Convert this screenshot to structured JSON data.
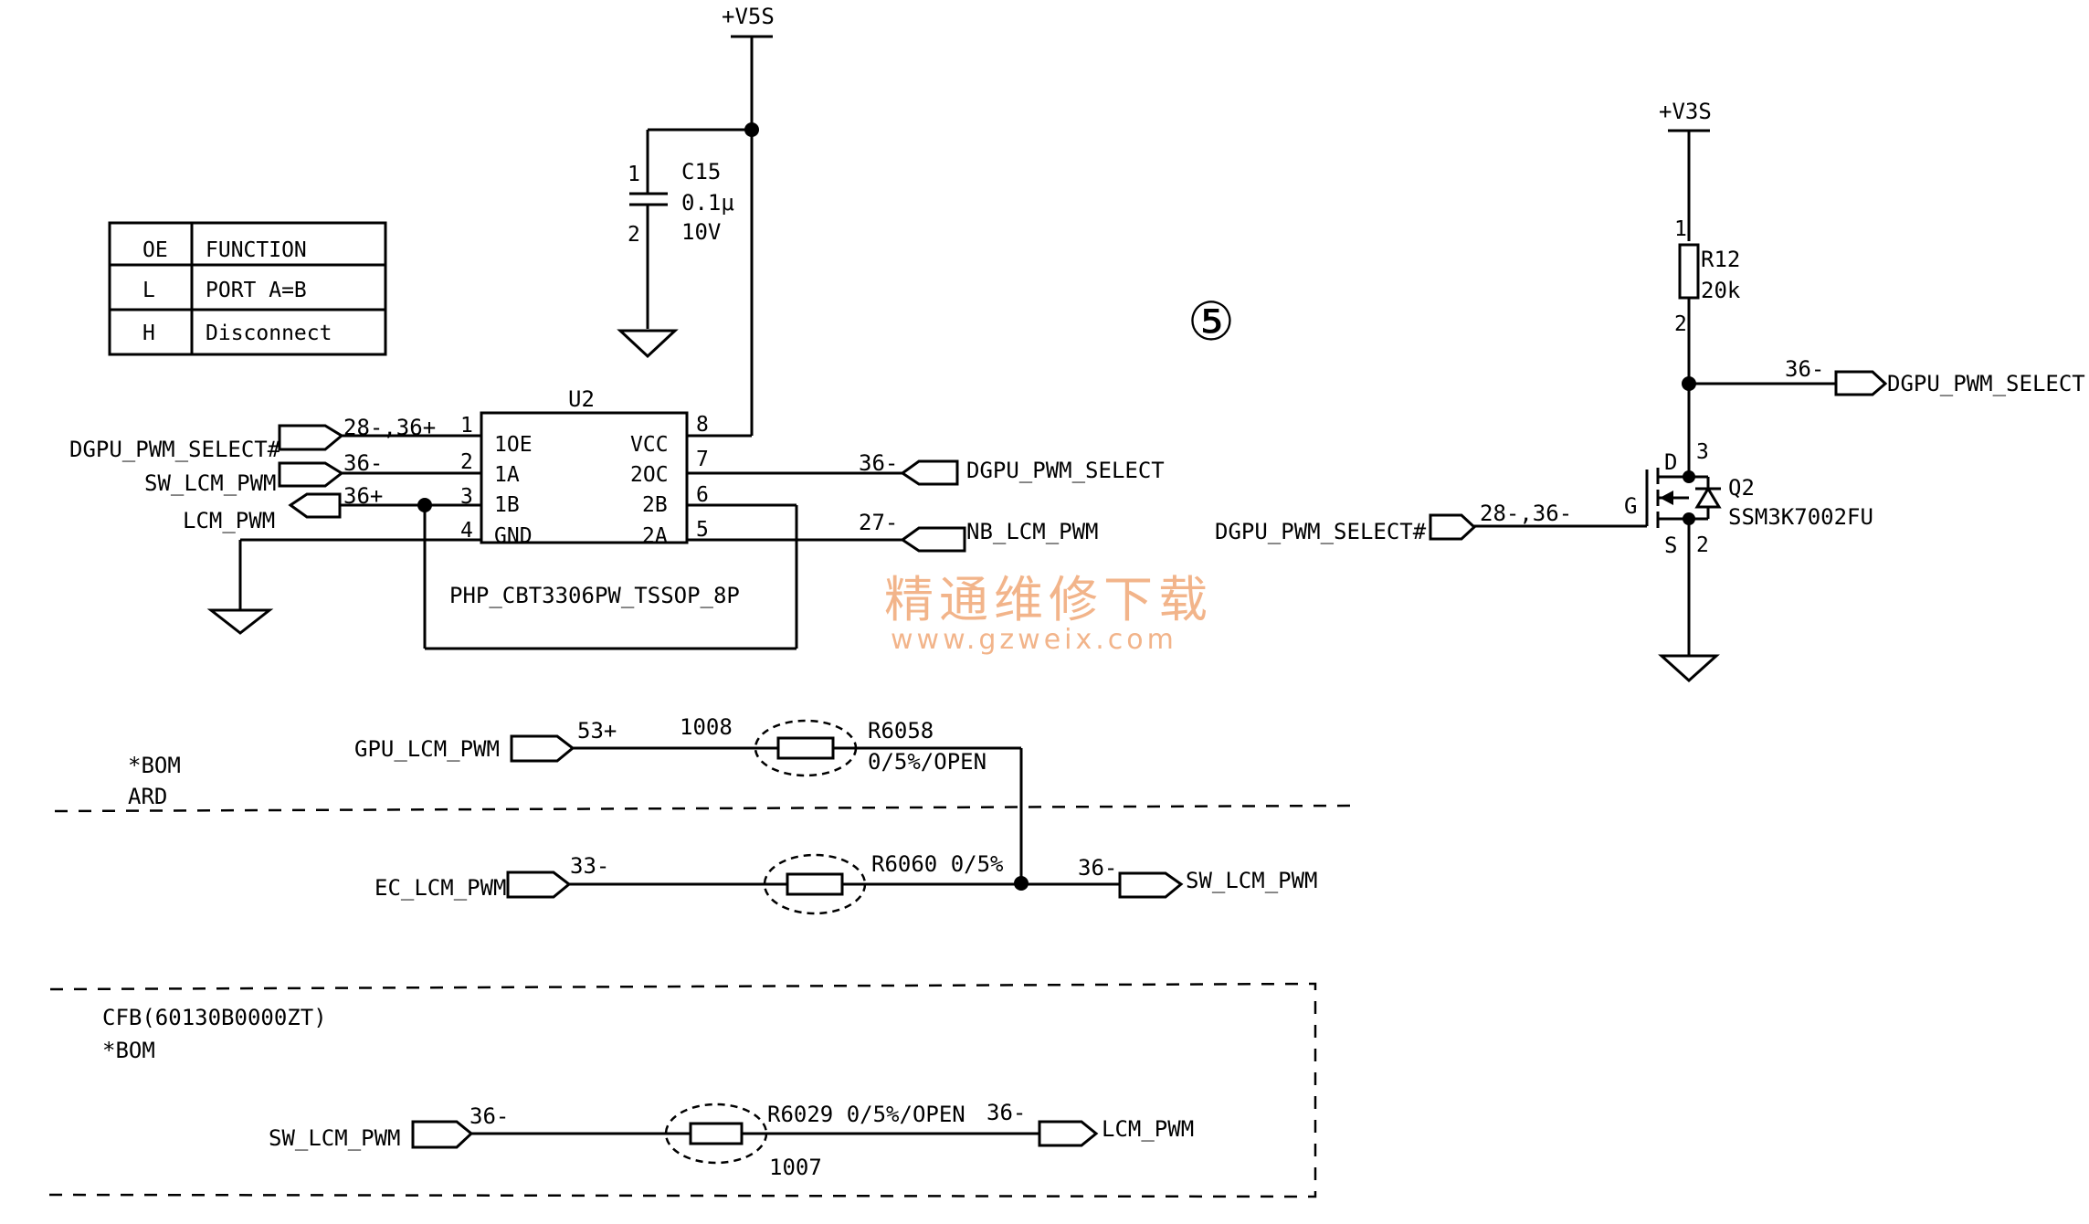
{
  "diagram": {
    "power": {
      "v5s": "+V5S",
      "v3s": "+V3S"
    },
    "truth_table": {
      "headers": [
        "OE",
        "FUNCTION"
      ],
      "rows": [
        [
          "L",
          "PORT A=B"
        ],
        [
          "H",
          "Disconnect"
        ]
      ]
    },
    "capacitor": {
      "ref": "C15",
      "value": "0.1μ",
      "voltage": "10V",
      "pin1": "1",
      "pin2": "2"
    },
    "u2": {
      "ref": "U2",
      "part": "PHP_CBT3306PW_TSSOP_8P",
      "left_pins": [
        {
          "num": "1",
          "name": "1OE"
        },
        {
          "num": "2",
          "name": "1A"
        },
        {
          "num": "3",
          "name": "1B"
        },
        {
          "num": "4",
          "name": "GND"
        }
      ],
      "right_pins": [
        {
          "num": "8",
          "name": "VCC"
        },
        {
          "num": "7",
          "name": "2OC"
        },
        {
          "num": "6",
          "name": "2B"
        },
        {
          "num": "5",
          "name": "2A"
        }
      ]
    },
    "u2_nets": {
      "in1_name": "DGPU_PWM_SELECT#",
      "in1_ref": "28-,36+",
      "in2_name": "SW_LCM_PWM",
      "in2_ref": "36-",
      "in3_name": "LCM_PWM",
      "in3_ref": "36+",
      "out7_name": "DGPU_PWM_SELECT",
      "out7_ref": "36-",
      "out5_name": "NB_LCM_PWM",
      "out5_ref": "27-"
    },
    "page_marker": "⑤",
    "r12": {
      "ref": "R12",
      "value": "20k",
      "pin1": "1",
      "pin2": "2"
    },
    "q2": {
      "ref": "Q2",
      "part": "SSM3K7002FU",
      "gate": "G",
      "drain": "D",
      "source": "S",
      "pin_d": "3",
      "pin_s": "2"
    },
    "q2_nets": {
      "out_name": "DGPU_PWM_SELECT",
      "out_ref": "36-",
      "in_name": "DGPU_PWM_SELECT#",
      "in_ref": "28-,36-"
    },
    "watermark": {
      "cn": "精通维修下载",
      "url": "www.gzweix.com"
    },
    "board_section": {
      "bom_label": "*BOM",
      "ard_label": "ARD",
      "gpu_net": "GPU_LCM_PWM",
      "gpu_ref": "53+",
      "gpu_id": "1008",
      "r6058_ref": "R6058",
      "r6058_value": "0/5%/OPEN",
      "ec_net": "EC_LCM_PWM",
      "ec_ref": "33-",
      "r6060_label": "R6060 0/5%",
      "sw_out_ref": "36-",
      "sw_out_net": "SW_LCM_PWM"
    },
    "cfb_section": {
      "cfb_label": "CFB(60130B0000ZT)",
      "bom_label": "*BOM",
      "sw_net": "SW_LCM_PWM",
      "sw_ref": "36-",
      "r6029_label": "R6029 0/5%/OPEN",
      "r6029_id": "1007",
      "lcm_ref": "36-",
      "lcm_net": "LCM_PWM"
    }
  }
}
